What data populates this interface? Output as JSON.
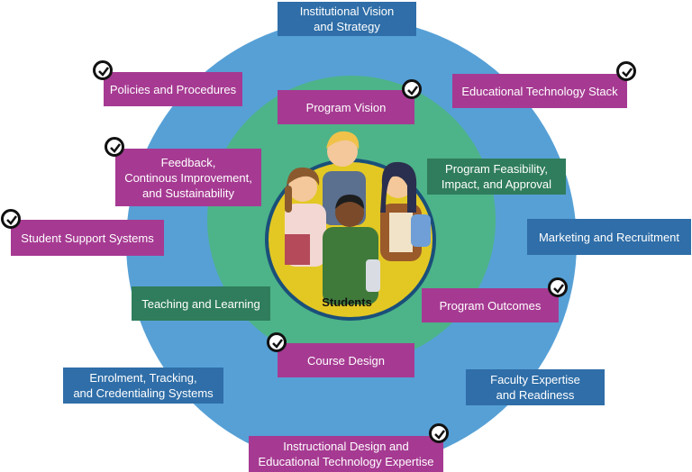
{
  "colors": {
    "outer_ring": "#56a0d6",
    "middle_ring": "#4db389",
    "inner_circle": "#e3c824",
    "inner_border": "#1a4f7a",
    "magenta_box": "#a63a92",
    "blue_box": "#2f6ea8",
    "green_box": "#2f7d5c"
  },
  "center": {
    "label": "Students"
  },
  "boxes": [
    {
      "id": "institutional-vision",
      "text": "Institutional Vision\nand Strategy",
      "color": "blue",
      "checked": false
    },
    {
      "id": "policies",
      "text": "Policies and Procedures",
      "color": "magenta",
      "checked": true
    },
    {
      "id": "edtech-stack",
      "text": "Educational Technology Stack",
      "color": "magenta",
      "checked": true
    },
    {
      "id": "program-vision",
      "text": "Program Vision",
      "color": "magenta",
      "checked": true
    },
    {
      "id": "feedback",
      "text": "Feedback,\nContinous Improvement,\nand Sustainability",
      "color": "magenta",
      "checked": true
    },
    {
      "id": "feasibility",
      "text": "Program Feasibility,\nImpact, and Approval",
      "color": "green",
      "checked": false
    },
    {
      "id": "student-support",
      "text": "Student Support Systems",
      "color": "magenta",
      "checked": true
    },
    {
      "id": "marketing",
      "text": "Marketing and Recruitment",
      "color": "blue",
      "checked": false
    },
    {
      "id": "teaching",
      "text": "Teaching and Learning",
      "color": "green",
      "checked": false
    },
    {
      "id": "program-outcomes",
      "text": "Program Outcomes",
      "color": "magenta",
      "checked": true
    },
    {
      "id": "course-design",
      "text": "Course Design",
      "color": "magenta",
      "checked": true
    },
    {
      "id": "enrolment",
      "text": "Enrolment, Tracking,\nand Credentialing Systems",
      "color": "blue",
      "checked": false
    },
    {
      "id": "faculty",
      "text": "Faculty Expertise\nand Readiness",
      "color": "blue",
      "checked": false
    },
    {
      "id": "instructional-design",
      "text": "Instructional Design and\nEducational Technology Expertise",
      "color": "magenta",
      "checked": true
    }
  ]
}
